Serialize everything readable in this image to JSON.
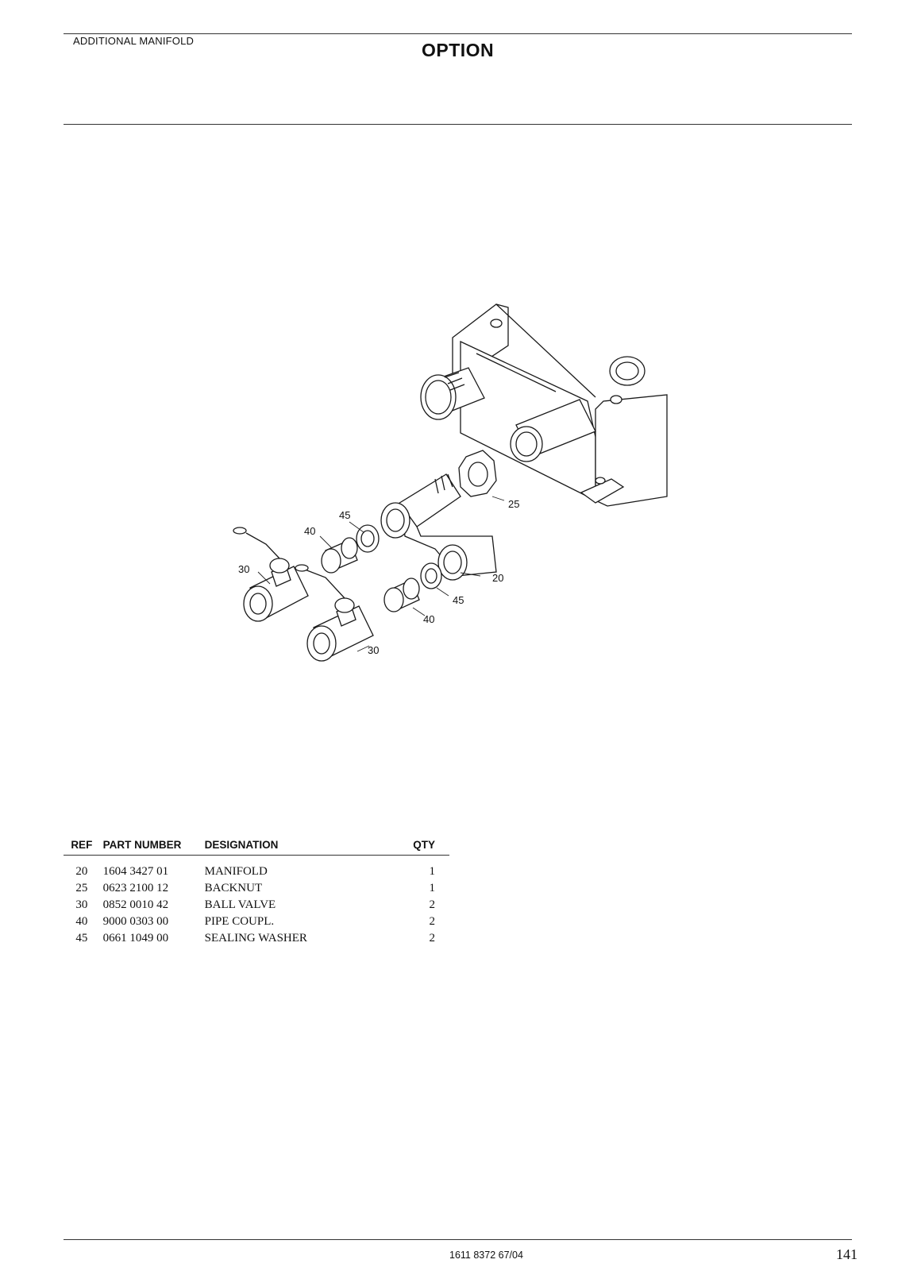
{
  "header": {
    "section_label": "ADDITIONAL MANIFOLD",
    "title": "OPTION"
  },
  "drawing": {
    "callouts": [
      "45",
      "40",
      "30",
      "25",
      "20",
      "45",
      "40",
      "30"
    ]
  },
  "parts_table": {
    "columns": [
      "REF",
      "PART NUMBER",
      "DESIGNATION",
      "QTY"
    ],
    "rows": [
      {
        "ref": "20",
        "part_number": "1604 3427 01",
        "designation": "MANIFOLD",
        "qty": "1"
      },
      {
        "ref": "25",
        "part_number": "0623 2100 12",
        "designation": "BACKNUT",
        "qty": "1"
      },
      {
        "ref": "30",
        "part_number": "0852 0010 42",
        "designation": "BALL VALVE",
        "qty": "2"
      },
      {
        "ref": "40",
        "part_number": "9000 0303 00",
        "designation": "PIPE COUPL.",
        "qty": "2"
      },
      {
        "ref": "45",
        "part_number": "0661 1049 00",
        "designation": "SEALING WASHER",
        "qty": "2"
      }
    ]
  },
  "footer": {
    "doc_number": "1611 8372 67/04",
    "page_number": "141"
  }
}
